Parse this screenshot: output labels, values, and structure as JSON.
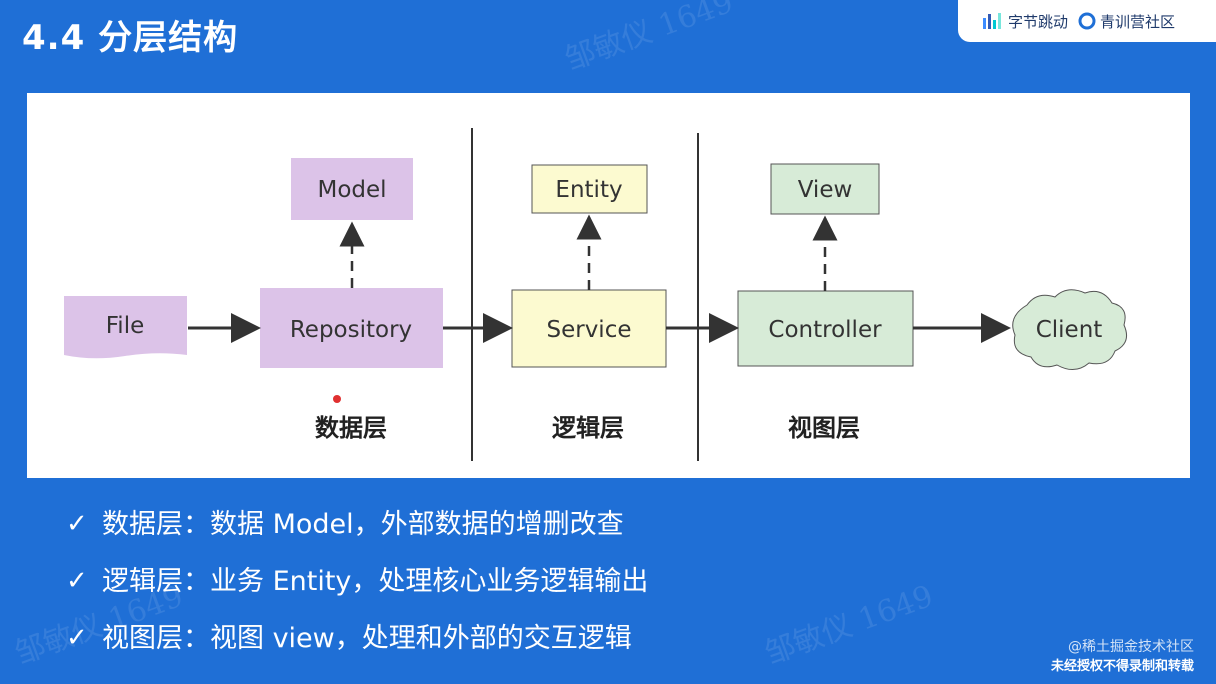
{
  "slide": {
    "title": "4.4 分层结构"
  },
  "logos": {
    "bytedance": "字节跳动",
    "camp": "青训营社区"
  },
  "diagram": {
    "boxes": {
      "file": "File",
      "repository": "Repository",
      "model": "Model",
      "service": "Service",
      "entity": "Entity",
      "controller": "Controller",
      "view": "View",
      "client": "Client"
    },
    "layers": {
      "data": "数据层",
      "logic": "逻辑层",
      "view": "视图层"
    },
    "colors": {
      "data_layer": "#dcc3e8",
      "logic_layer": "#fcfad0",
      "view_layer": "#d7ebd7"
    }
  },
  "bullets": [
    {
      "text": "数据层：数据 Model，外部数据的增删改查"
    },
    {
      "text": "逻辑层：业务 Entity，处理核心业务逻辑输出"
    },
    {
      "text": "视图层：视图 view，处理和外部的交互逻辑"
    }
  ],
  "watermark": {
    "text": "邹敏仪 1649"
  },
  "footer": {
    "credit": "@稀土掘金技术社区",
    "note": "未经授权不得录制和转载"
  }
}
